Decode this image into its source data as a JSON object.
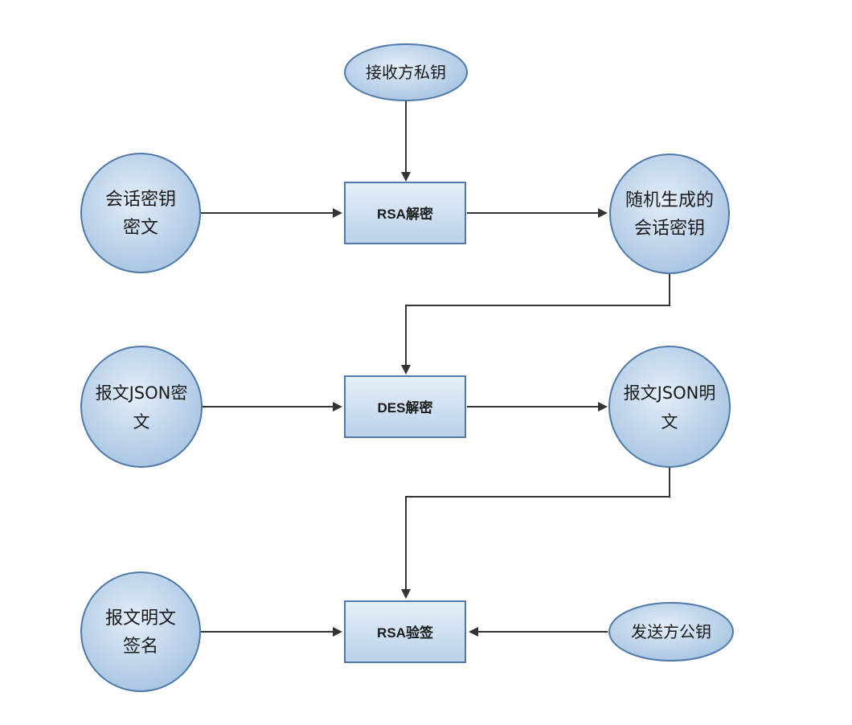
{
  "diagram": {
    "nodes": {
      "receiver_private_key": {
        "lines": [
          "接收方私钥"
        ]
      },
      "session_key_cipher": {
        "lines": [
          "会话密钥",
          "密文"
        ]
      },
      "rsa_decrypt": {
        "lines": [
          "RSA解密"
        ]
      },
      "random_session_key": {
        "lines": [
          "随机生成的",
          "会话密钥"
        ]
      },
      "json_cipher": {
        "lines": [
          "报文JSON密",
          "文"
        ]
      },
      "des_decrypt": {
        "lines": [
          "DES解密"
        ]
      },
      "json_plain": {
        "lines": [
          "报文JSON明",
          "文"
        ]
      },
      "plain_signature": {
        "lines": [
          "报文明文",
          "签名"
        ]
      },
      "rsa_verify": {
        "lines": [
          "RSA验签"
        ]
      },
      "sender_public_key": {
        "lines": [
          "发送方公钥"
        ]
      }
    },
    "colors": {
      "fill_light": "#dbe8f5",
      "fill_dark": "#a9c4e0",
      "stroke": "#4f79a8",
      "arrow": "#333333"
    }
  }
}
